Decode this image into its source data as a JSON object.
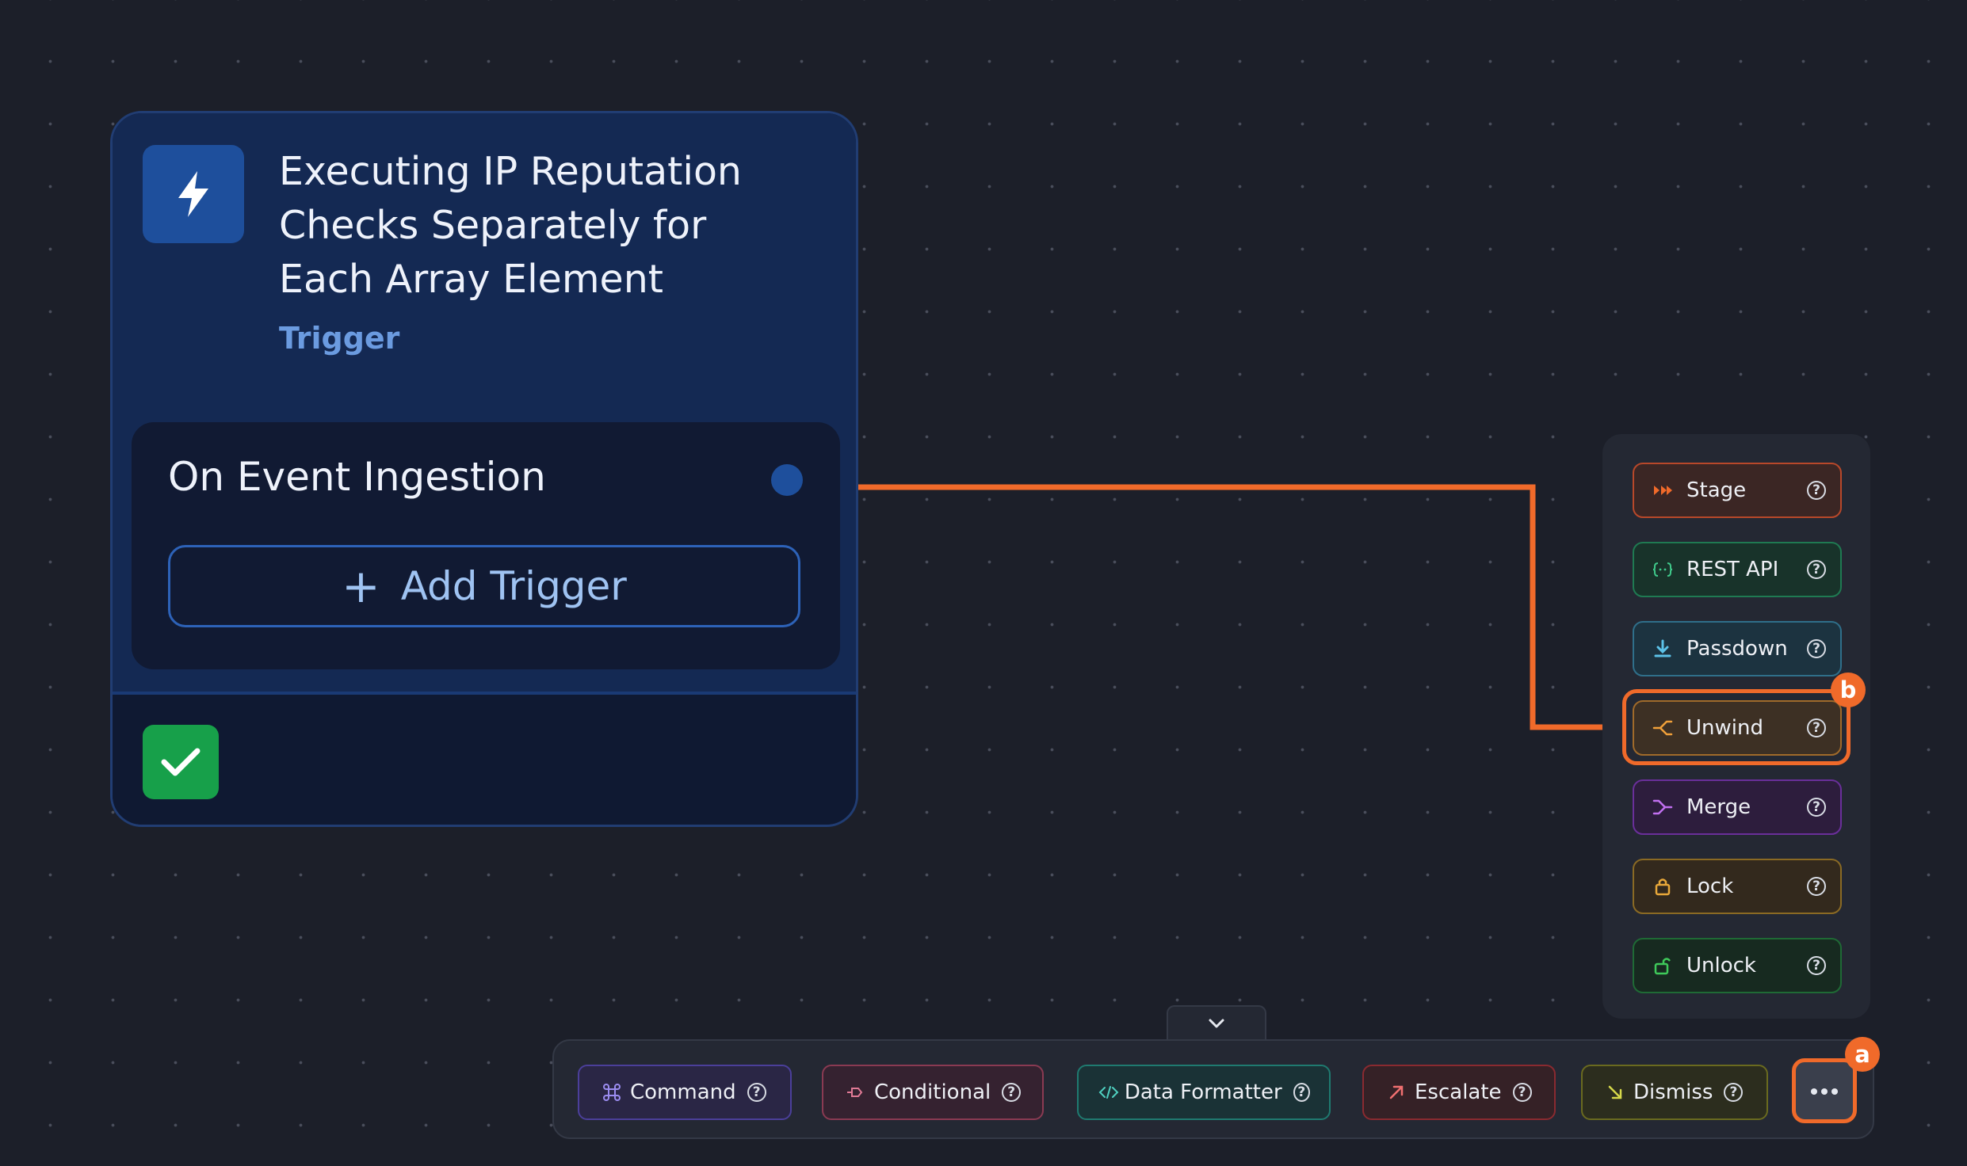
{
  "node": {
    "title": "Executing IP Reputation Checks Separately for Each Array Element",
    "subtitle": "Trigger",
    "trigger_label": "On Event Ingestion",
    "add_trigger_label": "Add Trigger",
    "icon": "lightning-bolt-icon",
    "status_icon": "checkmark-icon"
  },
  "palette": {
    "items": [
      {
        "label": "Stage",
        "icon": "double-chevron-icon",
        "color": "#e0552a"
      },
      {
        "label": "REST API",
        "icon": "braces-icon",
        "color": "#2fae75"
      },
      {
        "label": "Passdown",
        "icon": "download-icon",
        "color": "#4aa6c9"
      },
      {
        "label": "Unwind",
        "icon": "split-arrow-icon",
        "color": "#e0932a"
      },
      {
        "label": "Merge",
        "icon": "merge-arrow-icon",
        "color": "#a34fd6"
      },
      {
        "label": "Lock",
        "icon": "lock-icon",
        "color": "#d59a2a"
      },
      {
        "label": "Unlock",
        "icon": "unlock-icon",
        "color": "#2fae4a"
      }
    ]
  },
  "toolbar": {
    "items": [
      {
        "label": "Command",
        "icon": "command-icon",
        "color": "#6d5bd6"
      },
      {
        "label": "Conditional",
        "icon": "condition-icon",
        "color": "#d65b7a"
      },
      {
        "label": "Data Formatter",
        "icon": "code-icon",
        "color": "#2fb0a0"
      },
      {
        "label": "Escalate",
        "icon": "arrow-up-right-icon",
        "color": "#e04545"
      },
      {
        "label": "Dismiss",
        "icon": "arrow-down-right-icon",
        "color": "#b5b82a"
      }
    ],
    "more_icon": "ellipsis-icon",
    "collapse_icon": "chevron-down-icon"
  },
  "annotations": {
    "a": "a",
    "b": "b",
    "accent": "#f06a2a"
  }
}
